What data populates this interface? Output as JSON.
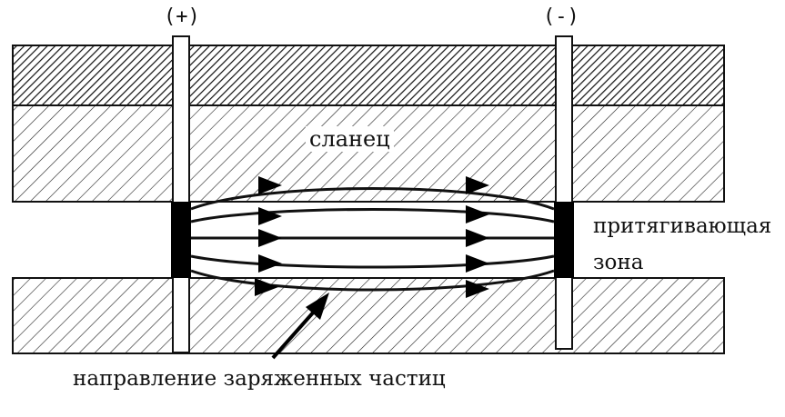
{
  "labels": {
    "electrode_positive": "(+)",
    "electrode_negative": "(-)",
    "layer_name": "сланец",
    "zone_line1": "притягивающая",
    "zone_line2": "зона",
    "flow_caption": "направление заряженных частиц"
  },
  "colors": {
    "stroke": "#111111",
    "background": "#ffffff",
    "electrode_face": "#000000"
  },
  "icons": {
    "flow_arrowheads": "triangle-arrow-icon",
    "pointer": "pointer-arrow-icon"
  }
}
